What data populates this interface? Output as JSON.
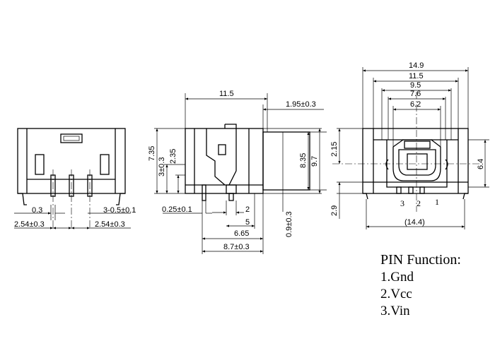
{
  "left_view": {
    "dims": [
      "0.3",
      "2.54±0.3",
      "3-0.5±0.1",
      "2.54±0.3"
    ]
  },
  "side_view": {
    "dims": [
      "11.5",
      "1.95±0.3",
      "7.35",
      "3±0.3",
      "2.35",
      "8.35",
      "9.7",
      "0.25±0.1",
      "2",
      "5",
      "6.65",
      "8.7±0.3",
      "0.9±0.3"
    ]
  },
  "front_view": {
    "dims": [
      "14.9",
      "11.5",
      "9.5",
      "7.6",
      "6.2",
      "2.15",
      "6.4",
      "2.9",
      "(14.4)"
    ],
    "pin_labels": [
      "3",
      "2",
      "1"
    ]
  },
  "pin_function": {
    "title": "PIN Function:",
    "items": [
      "1.Gnd",
      "2.Vcc",
      "3.Vin"
    ]
  }
}
